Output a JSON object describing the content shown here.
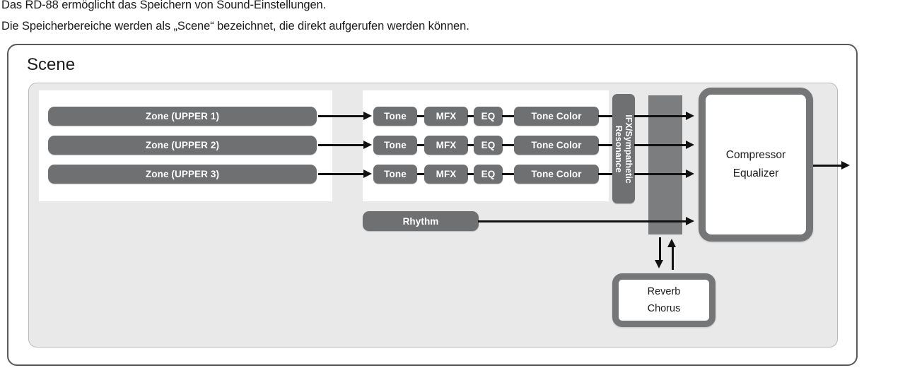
{
  "intro": {
    "lines": [
      "Das RD-88 ermöglicht das Speichern von Sound-Einstellungen.",
      "Die Speicherbereiche werden als „Scene“ bezeichnet, die direkt aufgerufen werden können."
    ]
  },
  "diagram": {
    "title": "Scene",
    "zones": [
      {
        "label": "Zone (UPPER 1)"
      },
      {
        "label": "Zone (UPPER 2)"
      },
      {
        "label": "Zone (UPPER 3)"
      }
    ],
    "chain_rows": [
      {
        "tone": "Tone",
        "mfx": "MFX",
        "eq": "EQ",
        "tone_color": "Tone Color"
      },
      {
        "tone": "Tone",
        "mfx": "MFX",
        "eq": "EQ",
        "tone_color": "Tone Color"
      },
      {
        "tone": "Tone",
        "mfx": "MFX",
        "eq": "EQ",
        "tone_color": "Tone Color"
      }
    ],
    "rhythm": {
      "label": "Rhythm"
    },
    "ifx": {
      "line1": "IFX/Sympathetic",
      "line2": "Resonance"
    },
    "mixer_bus": {
      "label": ""
    },
    "compressor": {
      "line1": "Compressor",
      "line2": "Equalizer"
    },
    "reverb": {
      "line1": "Reverb",
      "line2": "Chorus"
    }
  },
  "colors": {
    "pill_gray": "#6f7072",
    "bus_gray": "#7c7d7f",
    "panel_gray": "#e9e9e9",
    "frame_gray": "#58595b",
    "box_border": "#757678",
    "line_black": "#111111",
    "text_dark": "#1b1b1b",
    "white": "#ffffff"
  }
}
